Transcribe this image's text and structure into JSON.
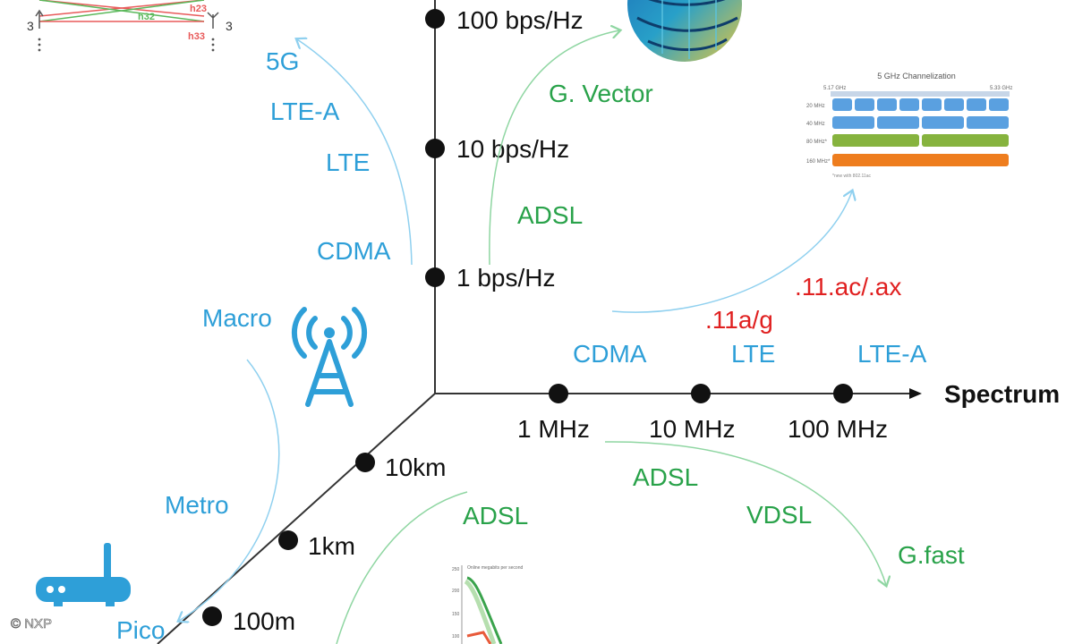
{
  "axes": {
    "spectral_efficiency": {
      "ticks": [
        "1 bps/Hz",
        "10 bps/Hz",
        "100 bps/Hz"
      ],
      "wireless": [
        "CDMA",
        "LTE",
        "LTE-A",
        "5G"
      ],
      "wired": [
        "ADSL",
        "G. Vector"
      ]
    },
    "spectrum": {
      "title": "Spectrum",
      "ticks": [
        "1 MHz",
        "10 MHz",
        "100 MHz"
      ],
      "wireless": [
        "CDMA",
        "LTE",
        "LTE-A"
      ],
      "wifi": [
        ".11a/g",
        ".11.ac/.ax"
      ],
      "wired": [
        "ADSL",
        "VDSL",
        "G.fast"
      ]
    },
    "distance": {
      "ticks": [
        "100m",
        "1km",
        "10km"
      ],
      "cells": [
        "Pico",
        "Metro",
        "Macro"
      ],
      "wired": [
        "ADSL"
      ]
    }
  },
  "inset_mimo": {
    "labels": [
      "3",
      "3",
      "h32",
      "h23",
      "h33"
    ]
  },
  "inset_channelization": {
    "title": "5 GHz Channelization",
    "left_freq": "5.17 GHz",
    "right_freq": "5.33 GHz",
    "rows": [
      "20 MHz",
      "40 MHz",
      "80 MHz*",
      "160 MHz*"
    ],
    "footnote": "*new with 802.11ac"
  },
  "inset_chart": {
    "title": "Online megabits per second",
    "yticks": [
      "250",
      "200",
      "150",
      "100"
    ]
  },
  "copyright": "© NXP",
  "colors": {
    "wireless": "#2e9fd8",
    "wired": "#29a24a",
    "wifi": "#e02020",
    "axis": "#111111"
  }
}
